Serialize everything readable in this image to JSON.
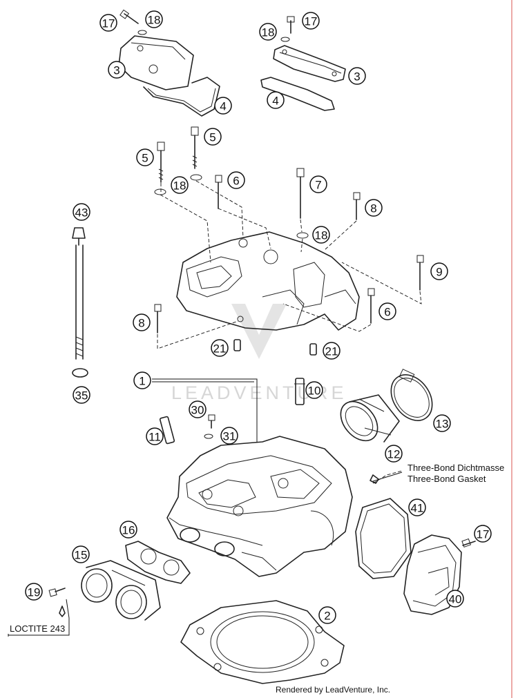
{
  "diagram": {
    "callouts": [
      {
        "label": "17"
      },
      {
        "label": "18"
      },
      {
        "label": "3"
      },
      {
        "label": "4"
      },
      {
        "label": "17"
      },
      {
        "label": "18"
      },
      {
        "label": "3"
      },
      {
        "label": "4"
      },
      {
        "label": "5"
      },
      {
        "label": "5"
      },
      {
        "label": "18"
      },
      {
        "label": "6"
      },
      {
        "label": "7"
      },
      {
        "label": "8"
      },
      {
        "label": "18"
      },
      {
        "label": "43"
      },
      {
        "label": "9"
      },
      {
        "label": "8"
      },
      {
        "label": "6"
      },
      {
        "label": "21"
      },
      {
        "label": "21"
      },
      {
        "label": "1"
      },
      {
        "label": "35"
      },
      {
        "label": "10"
      },
      {
        "label": "30"
      },
      {
        "label": "11"
      },
      {
        "label": "31"
      },
      {
        "label": "13"
      },
      {
        "label": "12"
      },
      {
        "label": "41"
      },
      {
        "label": "16"
      },
      {
        "label": "15"
      },
      {
        "label": "17"
      },
      {
        "label": "19"
      },
      {
        "label": "40"
      },
      {
        "label": "2"
      }
    ],
    "notes": {
      "three_bond_de": "Three-Bond Dichtmasse",
      "three_bond_en": "Three-Bond Gasket",
      "loctite": "LOCTITE 243"
    },
    "watermark": "LEADVENTURE",
    "credit": "Rendered by LeadVenture, Inc."
  }
}
